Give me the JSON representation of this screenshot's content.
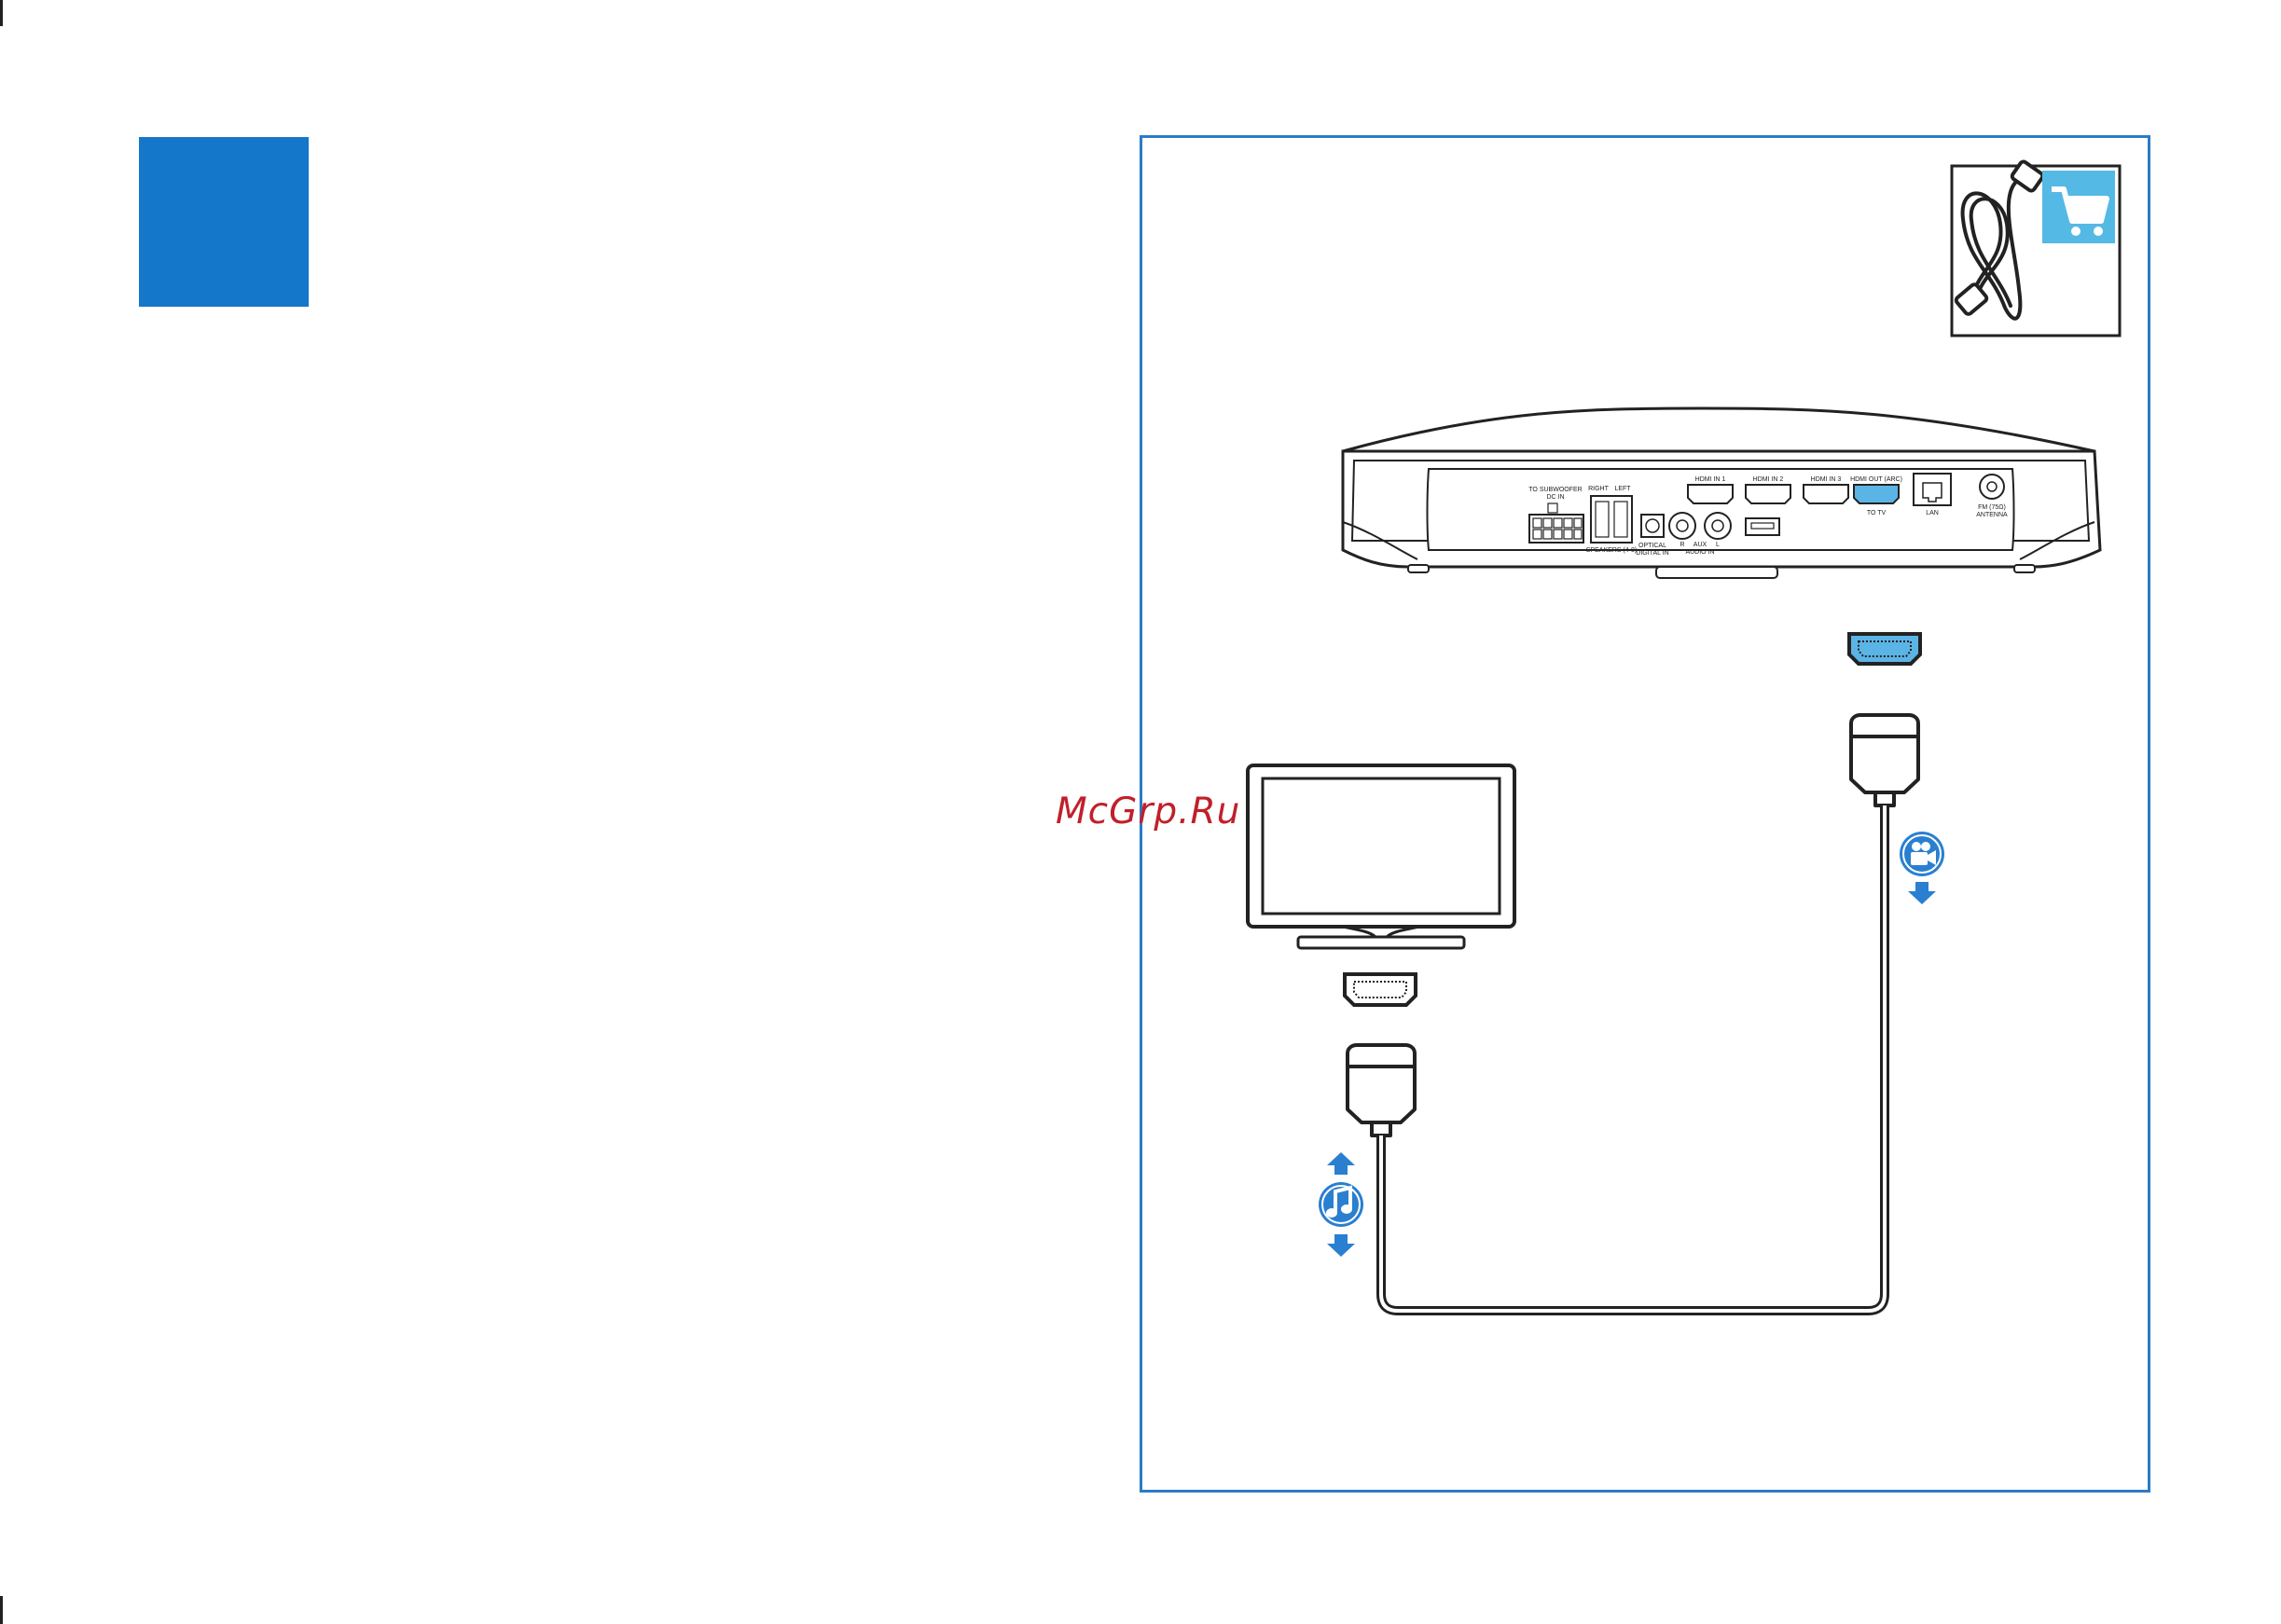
{
  "colors": {
    "accent_blue": "#1577c9",
    "panel_border": "#2b7bc6",
    "highlight_blue": "#5bb4e6",
    "cart_badge": "#55b9e5",
    "icon_blue": "#2a7fd0",
    "watermark_red": "#c0202a"
  },
  "watermark": "McGrp.Ru",
  "unit_ports": {
    "subwoofer": "TO SUBWOOFER\nDC IN",
    "right": "RIGHT",
    "left": "LEFT",
    "speakers": "SPEAKERS (4-8)",
    "optical": "OPTICAL\nDIGITAL IN",
    "aux_r": "R",
    "aux": "AUX",
    "aux_l": "L",
    "audio_in": "AUDIO IN",
    "hdmi_in_1": "HDMI IN 1",
    "hdmi_in_2": "HDMI IN 2",
    "hdmi_in_3": "HDMI IN 3",
    "hdmi_out": "HDMI OUT (ARC)",
    "to_tv": "TO TV",
    "lan": "LAN",
    "antenna": "FM (75Ω)\nANTENNA"
  },
  "icons": {
    "cable": "hdmi-cable-icon",
    "cart": "shopping-cart-icon",
    "video": "video-camera-icon",
    "audio": "music-note-icon"
  }
}
